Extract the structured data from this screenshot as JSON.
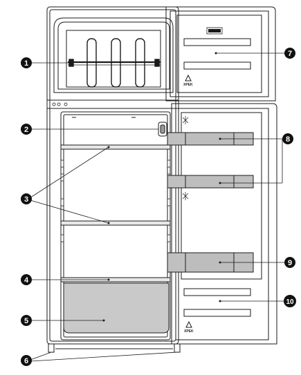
{
  "diagram": {
    "callouts": [
      {
        "id": 1,
        "label": "1"
      },
      {
        "id": 2,
        "label": "2"
      },
      {
        "id": 3,
        "label": "3"
      },
      {
        "id": 4,
        "label": "4"
      },
      {
        "id": 5,
        "label": "5"
      },
      {
        "id": 6,
        "label": "6"
      },
      {
        "id": 7,
        "label": "7"
      },
      {
        "id": 8,
        "label": "8"
      },
      {
        "id": 9,
        "label": "9"
      },
      {
        "id": 10,
        "label": "10"
      }
    ],
    "brand_logo_text": "XPEK",
    "colors": {
      "line": "#1a1a1a",
      "bin_fill": "#bdbdbd",
      "drawer_fill": "#c9c9c9",
      "badge": "#111111"
    }
  }
}
